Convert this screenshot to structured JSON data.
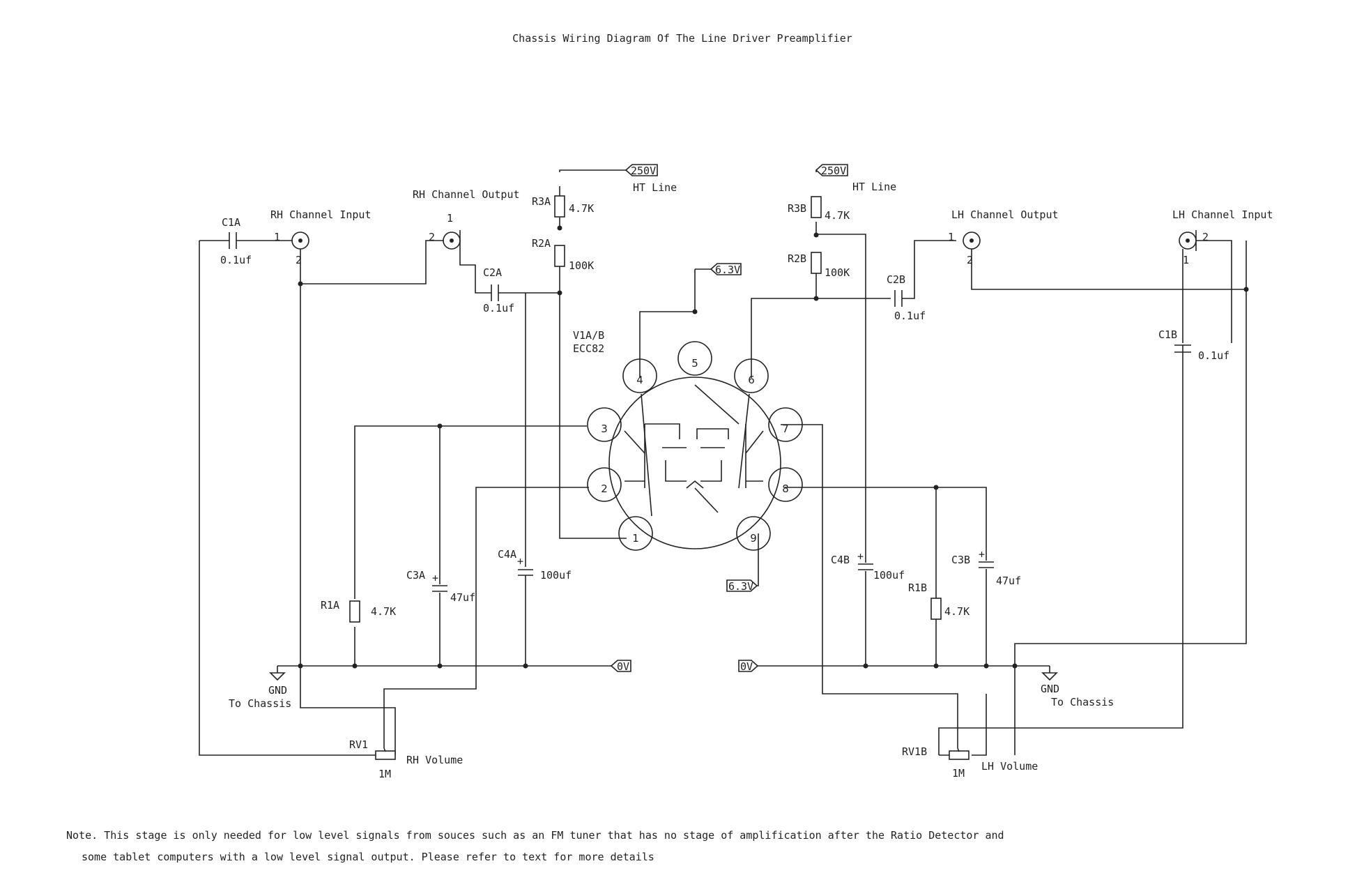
{
  "title": "Chassis Wiring Diagram Of The Line Driver Preamplifier",
  "valve": {
    "ref": "V1A/B",
    "type": "ECC82",
    "pins": [
      "1",
      "2",
      "3",
      "4",
      "5",
      "6",
      "7",
      "8",
      "9"
    ]
  },
  "rh": {
    "input_label": "RH Channel Input",
    "output_label": "RH Channel Output",
    "c1_ref": "C1A",
    "c1_val": "0.1uf",
    "c2_ref": "C2A",
    "c2_val": "0.1uf",
    "r3_ref": "R3A",
    "r3_val": "4.7K",
    "r2_ref": "R2A",
    "r2_val": "100K",
    "r1_ref": "R1A",
    "r1_val": "4.7K",
    "c3_ref": "C3A",
    "c3_val": "47uf",
    "c4_ref": "C4A",
    "c4_val": "100uf",
    "rv_ref": "RV1",
    "rv_val": "1M",
    "rv_label": "RH Volume",
    "gnd_1": "GND",
    "gnd_2": "To Chassis",
    "ht": "250V",
    "ht_label": "HT Line",
    "zero": "0V",
    "input_pin_1": "1",
    "input_pin_2": "2",
    "output_pin_1": "1",
    "output_pin_2": "2"
  },
  "lh": {
    "input_label": "LH Channel Input",
    "output_label": "LH Channel Output",
    "c1_ref": "C1B",
    "c1_val": "0.1uf",
    "c2_ref": "C2B",
    "c2_val": "0.1uf",
    "r3_ref": "R3B",
    "r3_val": "4.7K",
    "r2_ref": "R2B",
    "r2_val": "100K",
    "r1_ref": "R1B",
    "r1_val": "4.7K",
    "c3_ref": "C3B",
    "c3_val": "47uf",
    "c4_ref": "C4B",
    "c4_val": "100uf",
    "rv_ref": "RV1B",
    "rv_val": "1M",
    "rv_label": "LH Volume",
    "gnd_1": "GND",
    "gnd_2": "To Chassis",
    "ht": "250V",
    "ht_label": "HT Line",
    "zero": "0V",
    "input_pin_1": "1",
    "input_pin_2": "2",
    "output_pin_1": "1",
    "output_pin_2": "2"
  },
  "heater_top": "6.3V",
  "heater_bottom": "6.3V",
  "plus_sign": "+",
  "note_line1": "Note. This stage is only needed for low level signals from souces such as an FM tuner that has no stage of amplification after the Ratio Detector and",
  "note_line2": "some tablet computers with a low level signal output.  Please refer to text for more details"
}
